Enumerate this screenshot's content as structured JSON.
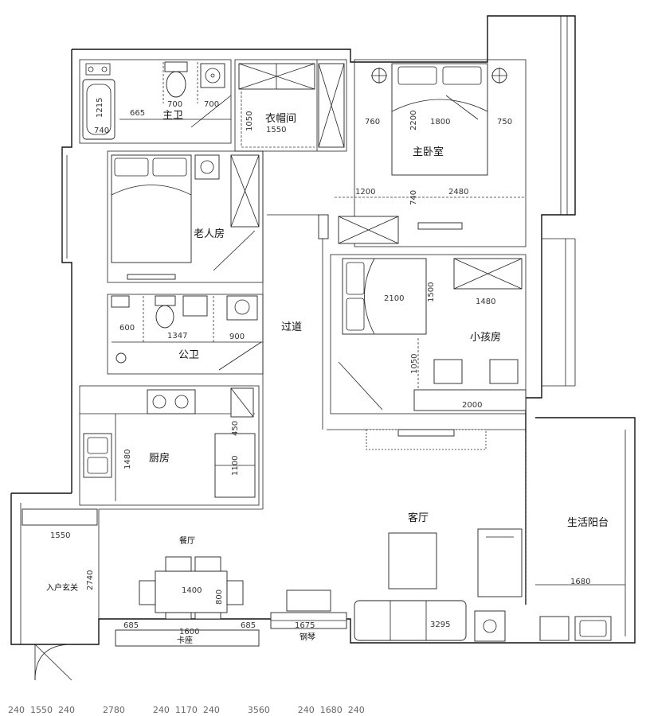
{
  "rooms": {
    "master_bath": "主卫",
    "cloakroom": "衣帽间",
    "master_bedroom": "主卧室",
    "elder_room": "老人房",
    "public_bath": "公卫",
    "corridor": "过道",
    "kid_room": "小孩房",
    "kitchen": "厨房",
    "living_room": "客厅",
    "dining": "餐厅",
    "balcony": "生活阳台",
    "entrance": "入户玄关",
    "booth": "卡座",
    "piano": "钢琴"
  },
  "dims": {
    "d1215": "1215",
    "d665": "665",
    "d740a": "740",
    "d700a": "700",
    "d700b": "700",
    "d1050a": "1050",
    "d1550a": "1550",
    "d760": "760",
    "d2200": "2200",
    "d1800": "1800",
    "d750": "750",
    "d1200": "1200",
    "d740b": "740",
    "d2480": "2480",
    "d2100": "2100",
    "d1500": "1500",
    "d1480a": "1480",
    "d600": "600",
    "d1347": "1347",
    "d900": "900",
    "d1050b": "1050",
    "d2000": "2000",
    "d450": "450",
    "d1480b": "1480",
    "d1100": "1100",
    "d1550b": "1550",
    "d2740": "2740",
    "d1400": "1400",
    "d800": "800",
    "d685a": "685",
    "d1600": "1600",
    "d685b": "685",
    "d1675": "1675",
    "d3295": "3295",
    "d1680": "1680"
  },
  "bottom_strip": "240  1550  240          2780          240  1170  240          3560          240  1680  240"
}
